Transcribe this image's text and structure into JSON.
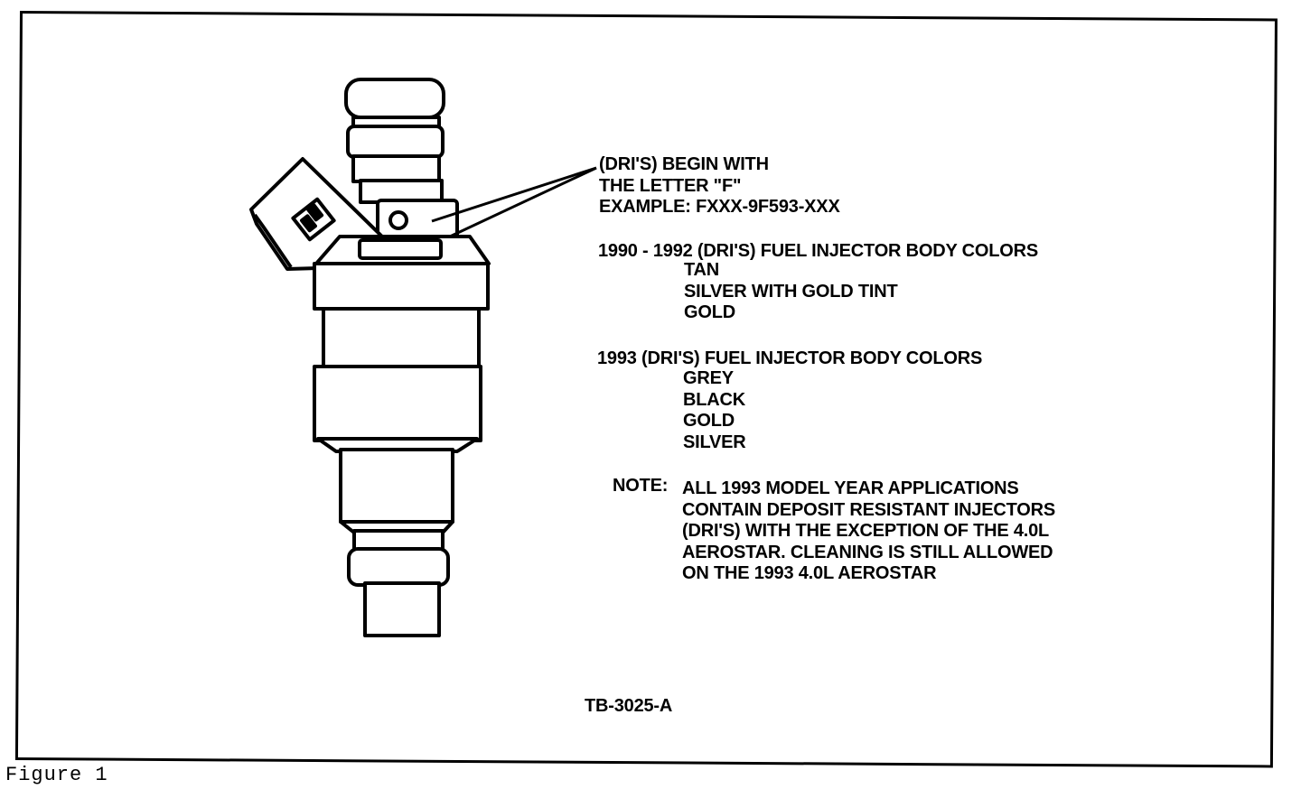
{
  "callout": {
    "lines": [
      "(DRI'S) BEGIN WITH",
      "THE LETTER \"F\"",
      "EXAMPLE: FXXX-9F593-XXX"
    ]
  },
  "section_1990": {
    "heading": "1990 - 1992 (DRI'S) FUEL INJECTOR BODY COLORS",
    "colors": [
      "TAN",
      "SILVER WITH GOLD TINT",
      "GOLD"
    ]
  },
  "section_1993": {
    "heading": "1993 (DRI'S) FUEL INJECTOR BODY COLORS",
    "colors": [
      "GREY",
      "BLACK",
      "GOLD",
      "SILVER"
    ]
  },
  "note": {
    "label": "NOTE:",
    "lines": [
      "ALL 1993 MODEL YEAR APPLICATIONS",
      "CONTAIN DEPOSIT RESISTANT INJECTORS",
      "(DRI'S) WITH THE EXCEPTION OF THE 4.0L",
      "AEROSTAR. CLEANING IS STILL ALLOWED",
      "ON THE 1993 4.0L AEROSTAR"
    ]
  },
  "figure_id": "TB-3025-A",
  "caption": "Figure 1"
}
